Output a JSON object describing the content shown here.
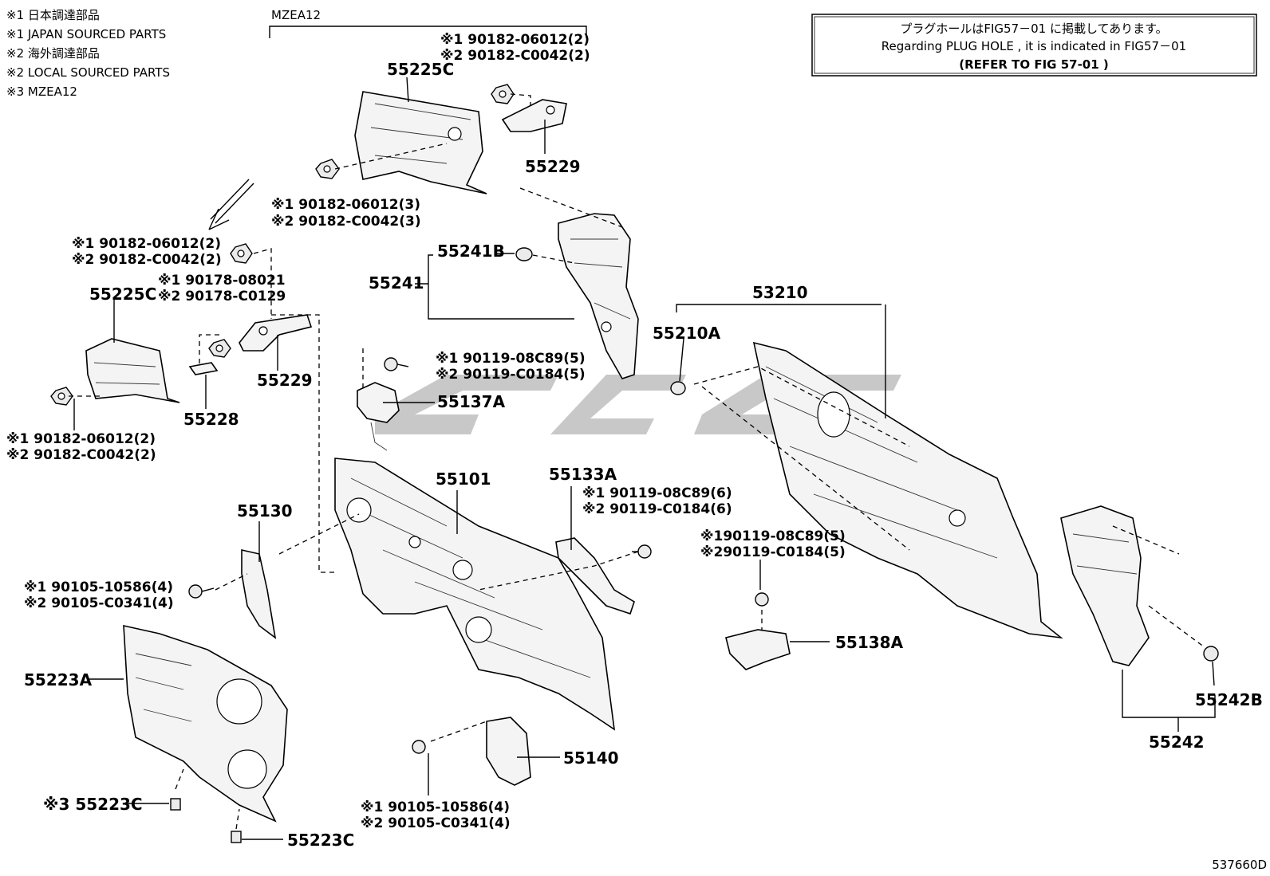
{
  "legend": [
    "※1 日本調達部品",
    "※1 JAPAN SOURCED PARTS",
    "※2 海外調達部品",
    "※2 LOCAL SOURCED PARTS",
    "※3 MZEA12"
  ],
  "bracket_label": "MZEA12",
  "note_box": {
    "line1": "プラグホールはFIG57－01 に掲載してあります。",
    "line2": "Regarding PLUG HOLE , it is indicated in FIG57－01",
    "line3": "(REFER TO FIG 57-01  )"
  },
  "figure_id": "537660D",
  "callouts": {
    "c_top_nut": [
      "※1 90182-06012(2)",
      "※2 90182-C0042(2)"
    ],
    "p55225C_top": "55225C",
    "p55229_top": "55229",
    "c_mid_nut": [
      "※1 90182-06012(3)",
      "※2 90182-C0042(3)"
    ],
    "c_left_nut": [
      "※1 90182-06012(2)",
      "※2 90182-C0042(2)"
    ],
    "c_left_nut2": [
      "※1 90178-08021",
      "※2 90178-C0129"
    ],
    "p55225C_left": "55225C",
    "p55229_left": "55229",
    "p55228": "55228",
    "c_lower_left_nut": [
      "※1 90182-06012(2)",
      "※2 90182-C0042(2)"
    ],
    "p55241B": "55241B",
    "p55241": "55241",
    "c_bolt_55137": [
      "※1 90119-08C89(5)",
      "※2 90119-C0184(5)"
    ],
    "p55137A": "55137A",
    "p53210": "53210",
    "p55210A": "55210A",
    "p55101": "55101",
    "p55133A": "55133A",
    "c_bolt_55133": [
      "※1 90119-08C89(6)",
      "※2 90119-C0184(6)"
    ],
    "p55130": "55130",
    "c_bolt_55130": [
      "※1 90105-10586(4)",
      "※2 90105-C0341(4)"
    ],
    "c_bolt_55138": [
      "※190119-08C89(5)",
      "※290119-C0184(5)"
    ],
    "p55138A": "55138A",
    "p55223A": "55223A",
    "p55140": "55140",
    "c_bolt_55140": [
      "※1 90105-10586(4)",
      "※2 90105-C0341(4)"
    ],
    "p55223C_a": "※3 55223C",
    "p55223C_b": "55223C",
    "p55242": "55242",
    "p55242B": "55242B"
  }
}
